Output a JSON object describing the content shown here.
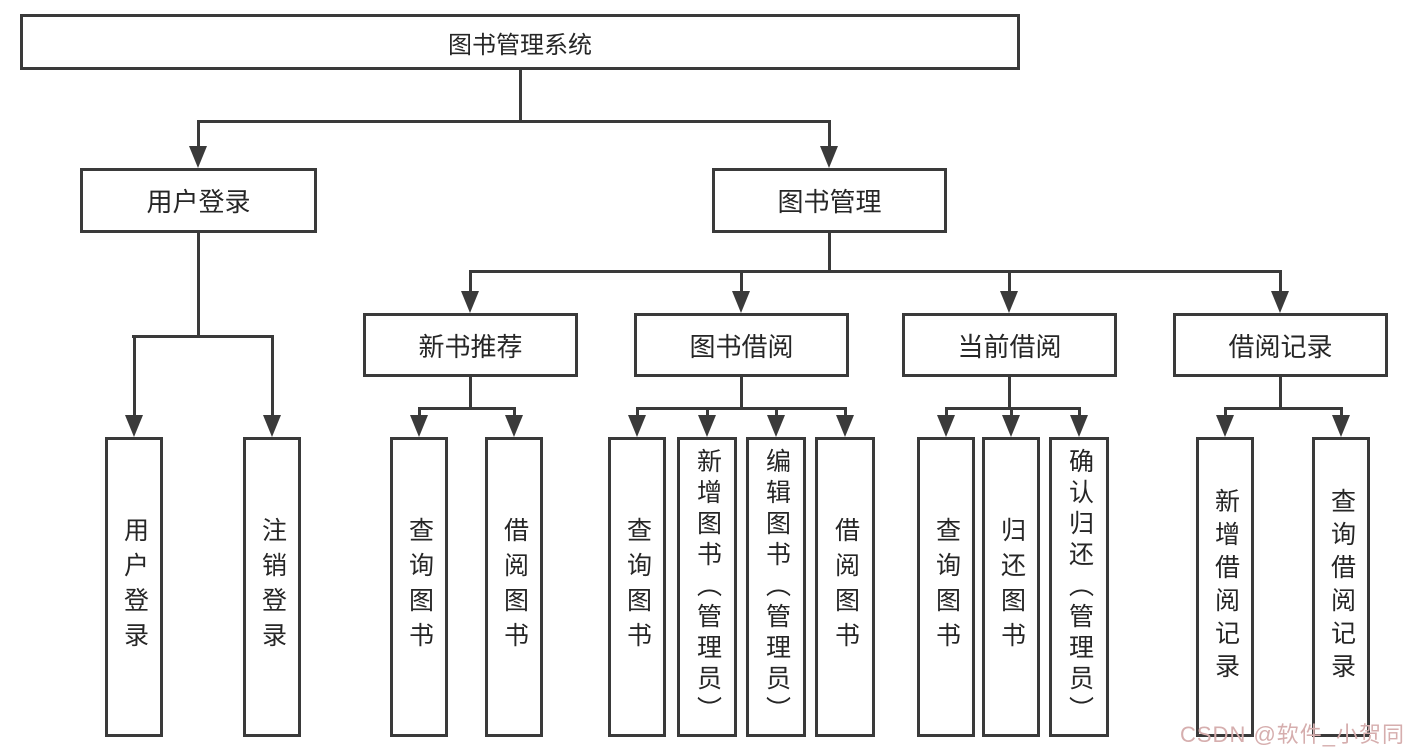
{
  "nodes": {
    "root": "图书管理系统",
    "level1": [
      "用户登录",
      "图书管理"
    ],
    "level2": [
      "新书推荐",
      "图书借阅",
      "当前借阅",
      "借阅记录"
    ],
    "leaves": [
      "用户登录",
      "注销登录",
      "查询图书",
      "借阅图书",
      "查询图书",
      "新增图书（管理员）",
      "编辑图书（管理员）",
      "借阅图书",
      "查询图书",
      "归还图书",
      "确认归还（管理员）",
      "新增借阅记录",
      "查询借阅记录"
    ]
  },
  "watermark": "CSDN @软件_小贺同学",
  "colors": {
    "line": "#3a3a3a",
    "text": "#262626",
    "watermark": "#d6aeae",
    "background": "#ffffff"
  }
}
